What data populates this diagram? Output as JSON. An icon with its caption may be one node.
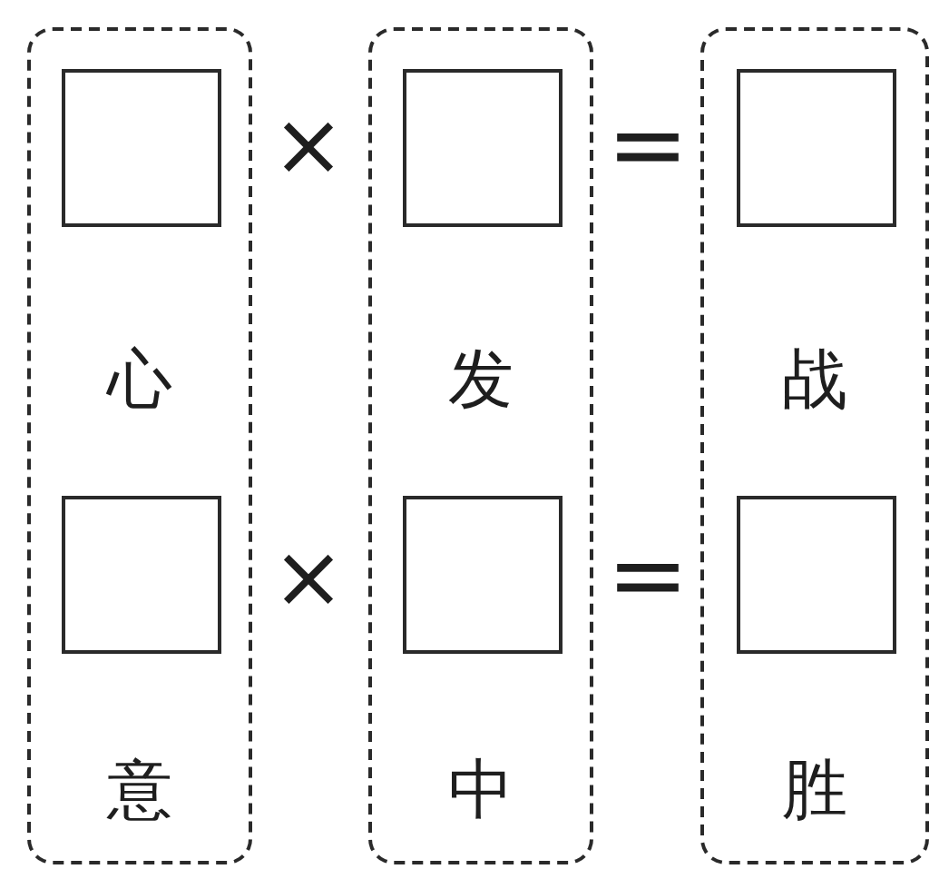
{
  "diagram": {
    "nodes": [
      {
        "text": [
          "心",
          "意"
        ]
      },
      {
        "text": [],
        "shape": "box",
        "in": 0
      },
      {
        "text": [],
        "shape": "box",
        "in": 0
      },
      {
        "text": [
          "发",
          "中"
        ]
      },
      {
        "text": [],
        "shape": "box",
        "in": 3
      },
      {
        "text": [],
        "shape": "box",
        "in": 3
      },
      {
        "text": [
          "战",
          "胜"
        ]
      },
      {
        "text": [],
        "shape": "box",
        "in": 6
      },
      {
        "text": [],
        "shape": "box",
        "in": 6
      }
    ],
    "labels": [
      "×",
      "=",
      "×",
      "="
    ]
  }
}
